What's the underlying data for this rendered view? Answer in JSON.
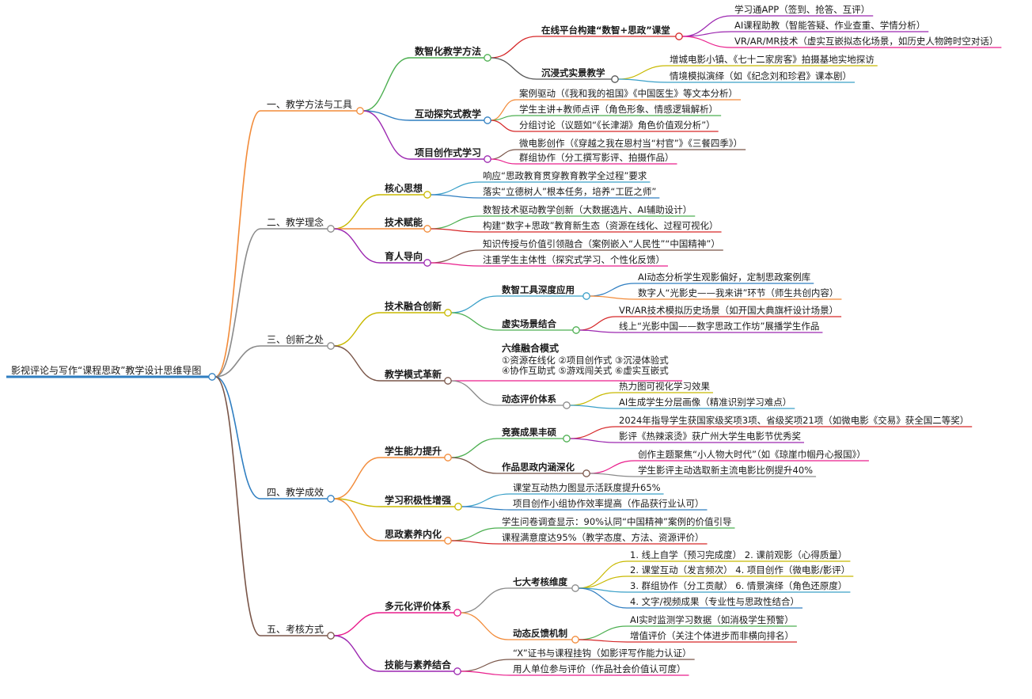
{
  "root": "影视评论与写作“课程思政”教学设计思维导图",
  "branches": [
    {
      "title": "一、教学方法与工具",
      "color": "#f28b39",
      "children": [
        {
          "title": "数智化教学方法",
          "color": "#4caf50",
          "children": [
            {
              "title": "在线平台构建“数智+思政”课堂",
              "color": "#d62728",
              "children": [
                {
                  "text": "学习通APP（签到、抢答、互评）",
                  "color": "#9c27b0"
                },
                {
                  "text": "AI课程助教（智能答疑、作业查重、学情分析）",
                  "color": "#9c27b0"
                },
                {
                  "text": "VR/AR/MR技术（虚实互嵌拟态化场景，如历史人物跨时空对话）",
                  "color": "#e91e8c"
                }
              ]
            },
            {
              "title": "沉浸式实景教学",
              "color": "#555555",
              "children": [
                {
                  "text": "增城电影小镇、《七十二家房客》拍摄基地实地探访",
                  "color": "#c8b900"
                },
                {
                  "text": "情境模拟演绎（如《纪念刘和珍君》课本剧）",
                  "color": "#3aa0c8"
                }
              ]
            }
          ]
        },
        {
          "title": "互动探究式教学",
          "color": "#2f7ec1",
          "children": [
            {
              "text": "案例驱动（《我和我的祖国》《中国医生》等文本分析）",
              "color": "#f28b39"
            },
            {
              "text": "学生主讲+教师点评（角色形象、情感逻辑解析）",
              "color": "#4caf50"
            },
            {
              "text": "分组讨论（议题如“《长津湖》角色价值观分析”）",
              "color": "#d62728"
            }
          ]
        },
        {
          "title": "项目创作式学习",
          "color": "#9c27b0",
          "children": [
            {
              "text": "微电影创作（《穿越之我在恩村当“村官”》《三餐四季》）",
              "color": "#795548"
            },
            {
              "text": "群组协作（分工撰写影评、拍摄作品）",
              "color": "#e91e8c"
            }
          ]
        }
      ]
    },
    {
      "title": "二、教学理念",
      "color": "#8a8a8a",
      "children": [
        {
          "title": "核心思想",
          "color": "#c8b900",
          "children": [
            {
              "text": "响应“思政教育贯穿教育教学全过程”要求",
              "color": "#3aa0c8"
            },
            {
              "text": "落实“立德树人”根本任务，培养“工匠之师”",
              "color": "#2f7ec1"
            }
          ]
        },
        {
          "title": "技术赋能",
          "color": "#f28b39",
          "children": [
            {
              "text": "数智技术驱动教学创新（大数据选片、AI辅助设计）",
              "color": "#4caf50"
            },
            {
              "text": "构建“数字+思政”教育新生态（资源在线化、过程可视化）",
              "color": "#d62728"
            }
          ]
        },
        {
          "title": "育人导向",
          "color": "#9c27b0",
          "children": [
            {
              "text": "知识传授与价值引领融合（案例嵌入“人民性”“中国精神”）",
              "color": "#795548"
            },
            {
              "text": "注重学生主体性（探究式学习、个性化反馈）",
              "color": "#e91e8c"
            }
          ]
        }
      ]
    },
    {
      "title": "三、创新之处",
      "color": "#8a8a8a",
      "children": [
        {
          "title": "技术融合创新",
          "color": "#c8b900",
          "children": [
            {
              "title": "数智工具深度应用",
              "color": "#3aa0c8",
              "children": [
                {
                  "text": "AI动态分析学生观影偏好，定制思政案例库",
                  "color": "#2f7ec1"
                },
                {
                  "text": "数字人“光影史——我来讲”环节（师生共创内容）",
                  "color": "#f28b39"
                }
              ]
            },
            {
              "title": "虚实场景结合",
              "color": "#4caf50",
              "children": [
                {
                  "text": "VR/AR技术模拟历史场景（如开国大典旗杆设计场景）",
                  "color": "#d62728"
                },
                {
                  "text": "线上“光影中国——数字思政工作坊”展播学生作品",
                  "color": "#9c27b0"
                }
              ]
            }
          ]
        },
        {
          "title": "教学模式革新",
          "color": "#795548",
          "children": [
            {
              "text": "六维融合模式",
              "color": "#e91e8c",
              "multiline": [
                "①资源在线化 ②项目创作式 ③沉浸体验式",
                "④协作互助式 ⑤游戏闯关式 ⑥虚实互嵌式"
              ]
            },
            {
              "title": "动态评价体系",
              "color": "#8a8a8a",
              "children": [
                {
                  "text": "热力图可视化学习效果",
                  "color": "#c8b900"
                },
                {
                  "text": "AI生成学生分层画像（精准识别学习难点）",
                  "color": "#3aa0c8"
                }
              ]
            }
          ]
        }
      ]
    },
    {
      "title": "四、教学成效",
      "color": "#2f7ec1",
      "children": [
        {
          "title": "学生能力提升",
          "color": "#f28b39",
          "children": [
            {
              "title": "竞赛成果丰硕",
              "color": "#4caf50",
              "children": [
                {
                  "text": "2024年指导学生获国家级奖项3项、省级奖项21项（如微电影《交易》获全国二等奖）",
                  "color": "#d62728"
                },
                {
                  "text": "影评《热辣滚烫》获广州大学生电影节优秀奖",
                  "color": "#9c27b0"
                }
              ]
            },
            {
              "title": "作品思政内涵深化",
              "color": "#795548",
              "children": [
                {
                  "text": "创作主题聚焦“小人物大时代”（如《琼崖巾帼丹心报国》）",
                  "color": "#e91e8c"
                },
                {
                  "text": "学生影评主动选取新主流电影比例提升40%",
                  "color": "#8a8a8a"
                }
              ]
            }
          ]
        },
        {
          "title": "学习积极性增强",
          "color": "#c8b900",
          "children": [
            {
              "text": "课堂互动热力图显示活跃度提升65%",
              "color": "#3aa0c8"
            },
            {
              "text": "项目创作小组协作效率提高（作品获行业认可）",
              "color": "#2f7ec1"
            }
          ]
        },
        {
          "title": "思政素养内化",
          "color": "#f28b39",
          "children": [
            {
              "text": "学生问卷调查显示：90%认同“中国精神”案例的价值引导",
              "color": "#4caf50"
            },
            {
              "text": "课程满意度达95%（教学态度、方法、资源评价）",
              "color": "#d62728"
            }
          ]
        }
      ]
    },
    {
      "title": "五、考核方式",
      "color": "#795548",
      "children": [
        {
          "title": "多元化评价体系",
          "color": "#e91e8c",
          "children": [
            {
              "title": "七大考核维度",
              "color": "#8a8a8a",
              "children": [
                {
                  "text": "1. 线上自学（预习完成度） 2. 课前观影（心得质量）",
                  "color": "#c8b900"
                },
                {
                  "text": "2. 课堂互动（发言频次） 4. 项目创作（微电影/影评）",
                  "color": "#c8b900"
                },
                {
                  "text": "3. 群组协作（分工贡献） 6. 情景演绎（角色还原度）",
                  "color": "#3aa0c8"
                },
                {
                  "text": "4. 文字/视频成果（专业性与思政性结合）",
                  "color": "#2f7ec1"
                }
              ]
            },
            {
              "title": "动态反馈机制",
              "color": "#f28b39",
              "children": [
                {
                  "text": "AI实时监测学习数据（如消极学生预警）",
                  "color": "#4caf50"
                },
                {
                  "text": "增值评价（关注个体进步而非横向排名）",
                  "color": "#d62728"
                }
              ]
            }
          ]
        },
        {
          "title": "技能与素养结合",
          "color": "#9c27b0",
          "children": [
            {
              "text": "“X”证书与课程挂钩（如影评写作能力认证）",
              "color": "#795548"
            },
            {
              "text": "用人单位参与评价（作品社会价值认可度）",
              "color": "#e91e8c"
            }
          ]
        }
      ]
    }
  ]
}
